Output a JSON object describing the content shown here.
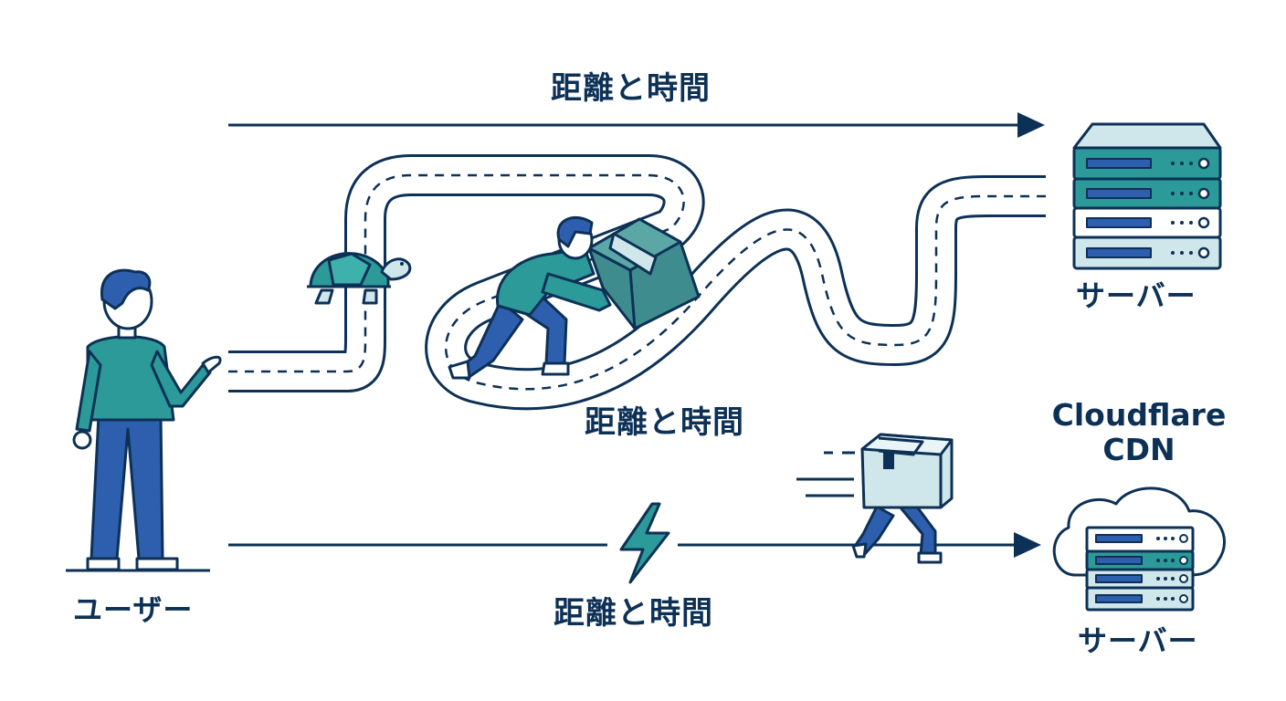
{
  "labels": {
    "top_arrow": "距離と時間",
    "road": "距離と時間",
    "bottom_arrow": "距離と時間",
    "user": "ユーザー",
    "origin_server": "サーバー",
    "cdn_line1": "Cloudflare",
    "cdn_line2": "CDN",
    "cdn_server": "サーバー"
  },
  "icons": [
    "user-figure",
    "turtle-icon",
    "pushing-box-figure",
    "server-rack-icon",
    "lightning-icon",
    "running-box-figure",
    "cloud-server-icon"
  ],
  "colors": {
    "navy": "#0d3156",
    "teal": "#2b9a98",
    "teal_light": "#cfe6ea",
    "blue": "#2e5fae",
    "road_fill": "#ffffff"
  }
}
